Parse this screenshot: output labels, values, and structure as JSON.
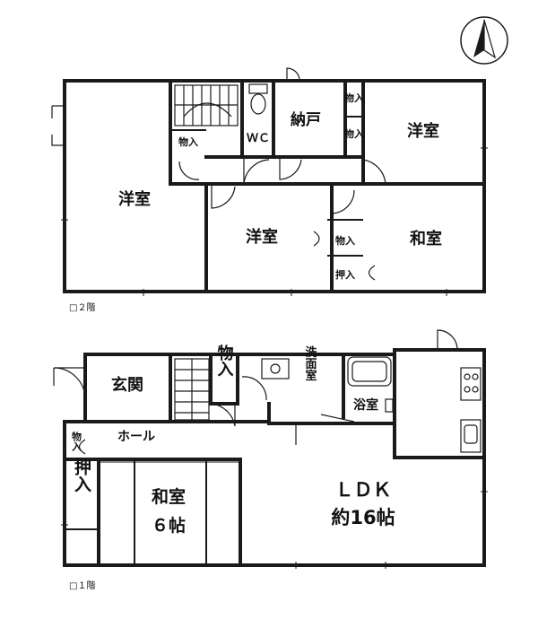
{
  "floors": {
    "second": {
      "label": "□２階",
      "rooms": {
        "western_west": "洋室",
        "western_center": "洋室",
        "western_northeast": "洋室",
        "japanese": "和室",
        "wc": "ＷＣ",
        "nando": "納戸",
        "storage_stair": "物入",
        "storage_a": "物入",
        "storage_b": "物入",
        "storage_center": "物入",
        "closet": "押入"
      }
    },
    "first": {
      "label": "□１階",
      "rooms": {
        "entrance": "玄関",
        "hall": "ホール",
        "storage_big": "物入",
        "storage_small": "物入",
        "closet": "押入",
        "japanese_line1": "和室",
        "japanese_line2": "６帖",
        "ldk_line1": "ＬＤＫ",
        "ldk_line2": "約16帖",
        "washroom": "洗面室",
        "bath": "浴室"
      }
    }
  }
}
